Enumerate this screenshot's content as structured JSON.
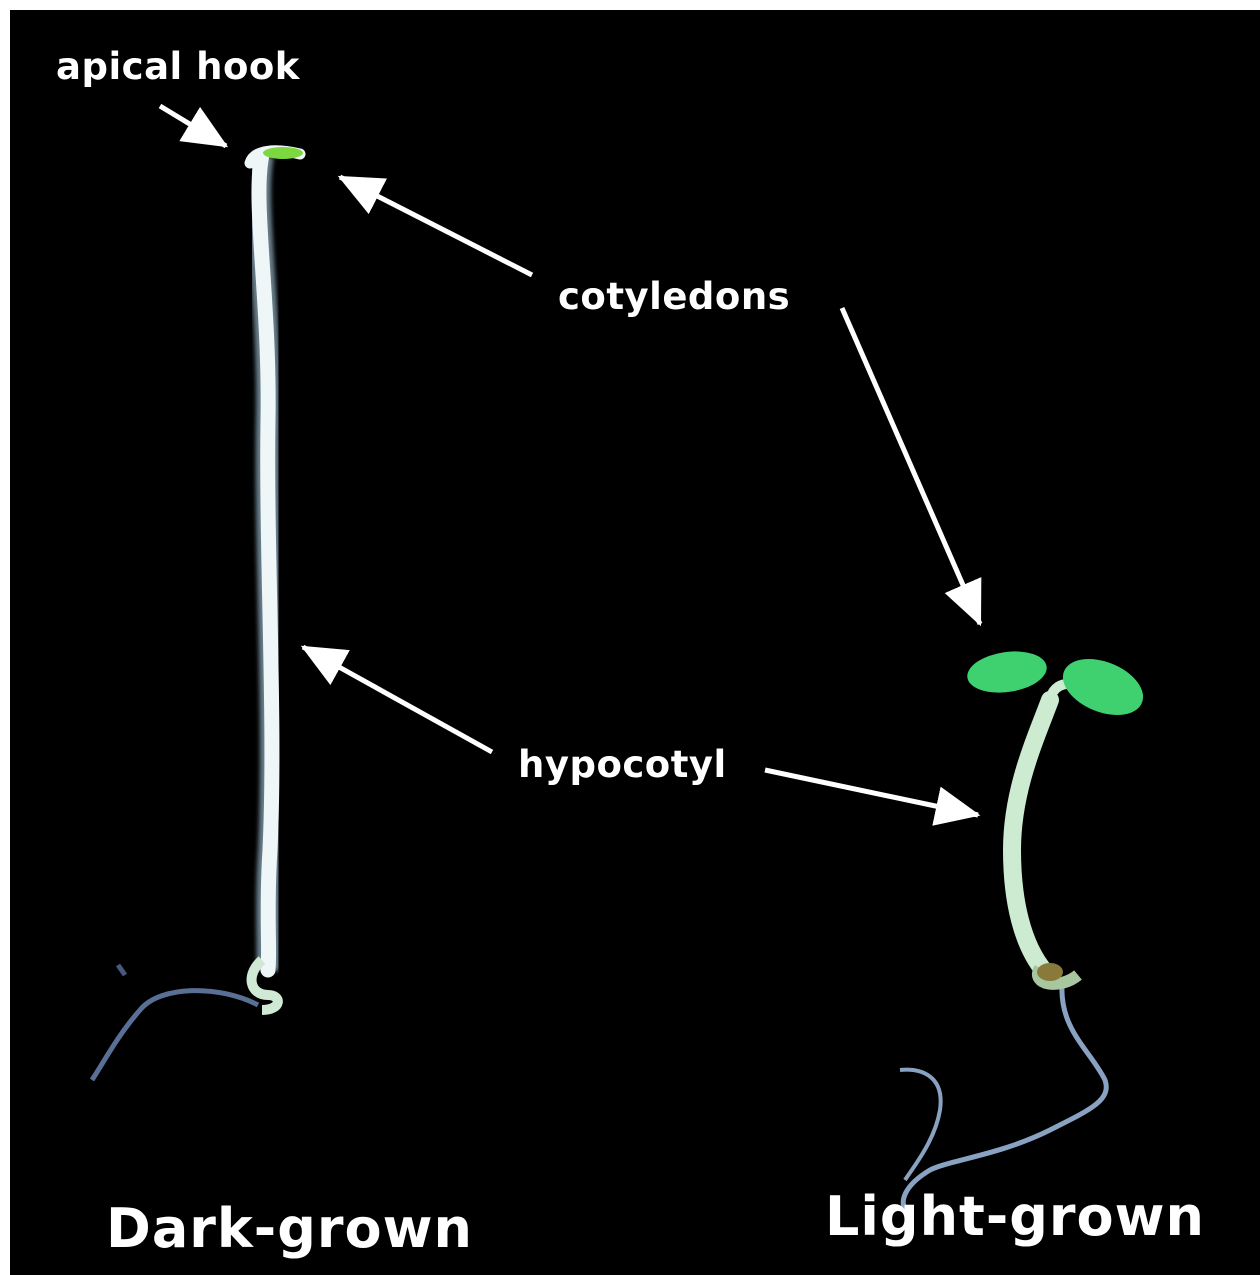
{
  "labels": {
    "apical_hook": "apical hook",
    "cotyledons": "cotyledons",
    "hypocotyl": "hypocotyl",
    "dark_grown": "Dark-grown",
    "light_grown": "Light-grown"
  },
  "colors": {
    "background": "#000000",
    "label_text": "#ffffff",
    "arrow": "#ffffff",
    "cotyledon_green": "#3fd070",
    "hypocotyl_pale": "#e6f2ee",
    "hypocotyl_green": "#c9ecc9",
    "root": "#7d99b8"
  }
}
